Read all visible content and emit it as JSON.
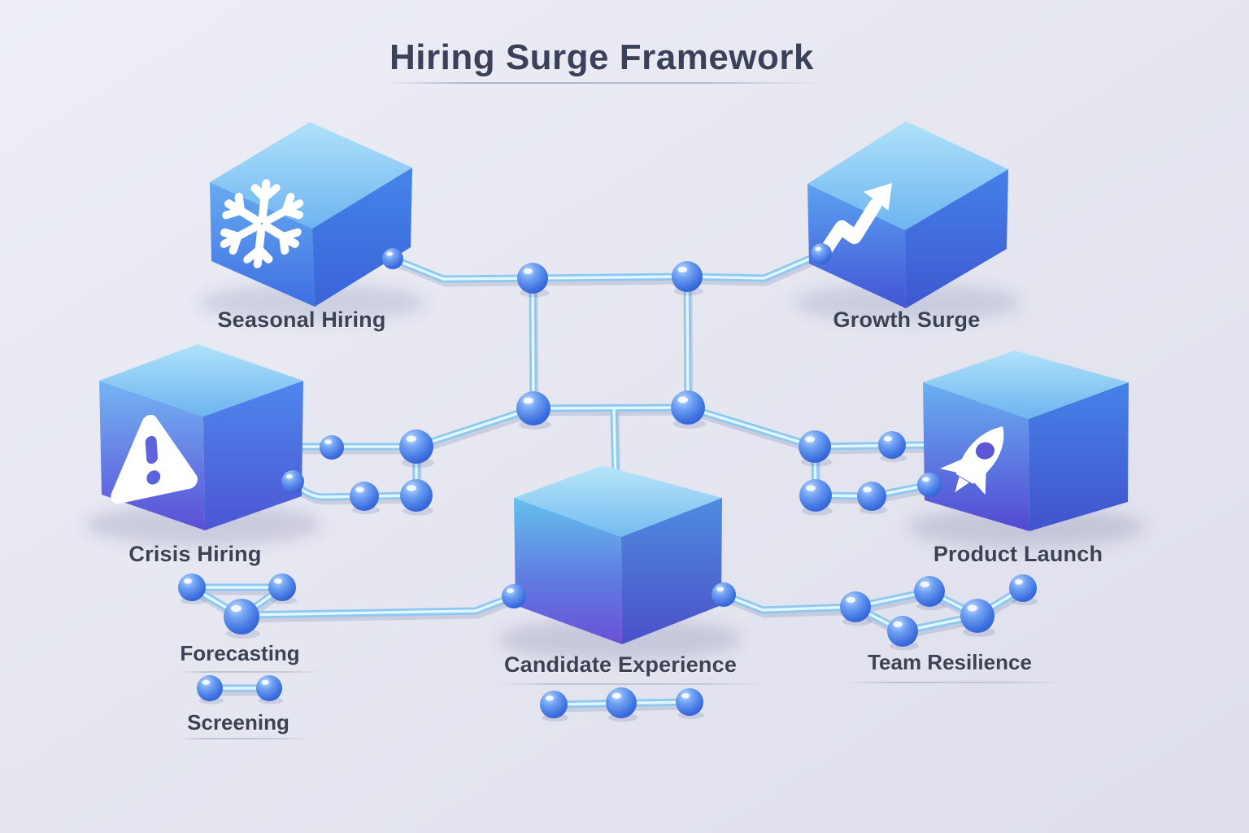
{
  "title": "Hiring Surge Framework",
  "nodes": {
    "seasonal": {
      "label": "Seasonal Hiring",
      "icon": "snowflake-icon"
    },
    "growth": {
      "label": "Growth Surge",
      "icon": "trending-up-icon"
    },
    "crisis": {
      "label": "Crisis Hiring",
      "icon": "warning-triangle-icon"
    },
    "product": {
      "label": "Product Launch",
      "icon": "rocket-icon"
    },
    "candidate": {
      "label": "Candidate Experience",
      "icon": "none"
    }
  },
  "sub_labels": {
    "forecasting": "Forecasting",
    "screening": "Screening",
    "team_resilience": "Team Resilience"
  },
  "colors": {
    "background": "#e4e5ef",
    "cube_top_light": "#a6ddf8",
    "cube_blue": "#4a7dea",
    "cube_indigo": "#5a4ed6",
    "sphere_blue": "#4a82e8",
    "connector_glow": "#9fd6f4",
    "icon_white": "#ffffff",
    "text": "#3b4254"
  }
}
